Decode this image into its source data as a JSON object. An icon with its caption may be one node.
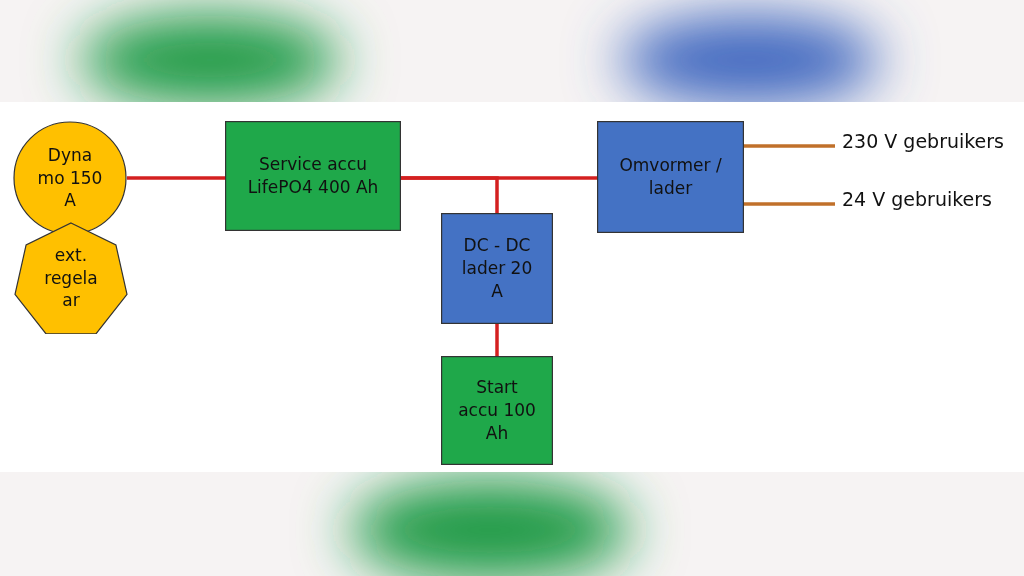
{
  "diagram": {
    "nodes": [
      {
        "text": [
          "Dyna mo 150 A"
        ]
      },
      {
        "text": [
          "ext. regela ar"
        ]
      },
      {
        "text": [
          "Service accu LifePO4 400 Ah"
        ]
      },
      {
        "text": [
          "DC - DC lader 20 A"
        ]
      },
      {
        "text": [
          "Start accu 100 Ah"
        ]
      },
      {
        "text": [
          "Omvormer / lader"
        ]
      },
      {
        "text": [
          "230 V gebruikers"
        ]
      },
      {
        "text": [
          "24 V gebruikers"
        ]
      }
    ],
    "edges": [
      {
        "from": 0,
        "to": 2,
        "arrow": "none"
      },
      {
        "from": 2,
        "to": 5,
        "arrow": "none"
      },
      {
        "from": 2,
        "to": 3,
        "arrow": "none"
      },
      {
        "from": 3,
        "to": 4,
        "arrow": "none"
      },
      {
        "from": 5,
        "to": 6,
        "arrow": "none",
        "color": "#c0702a"
      },
      {
        "from": 5,
        "to": 7,
        "arrow": "none",
        "color": "#c0702a"
      }
    ]
  }
}
